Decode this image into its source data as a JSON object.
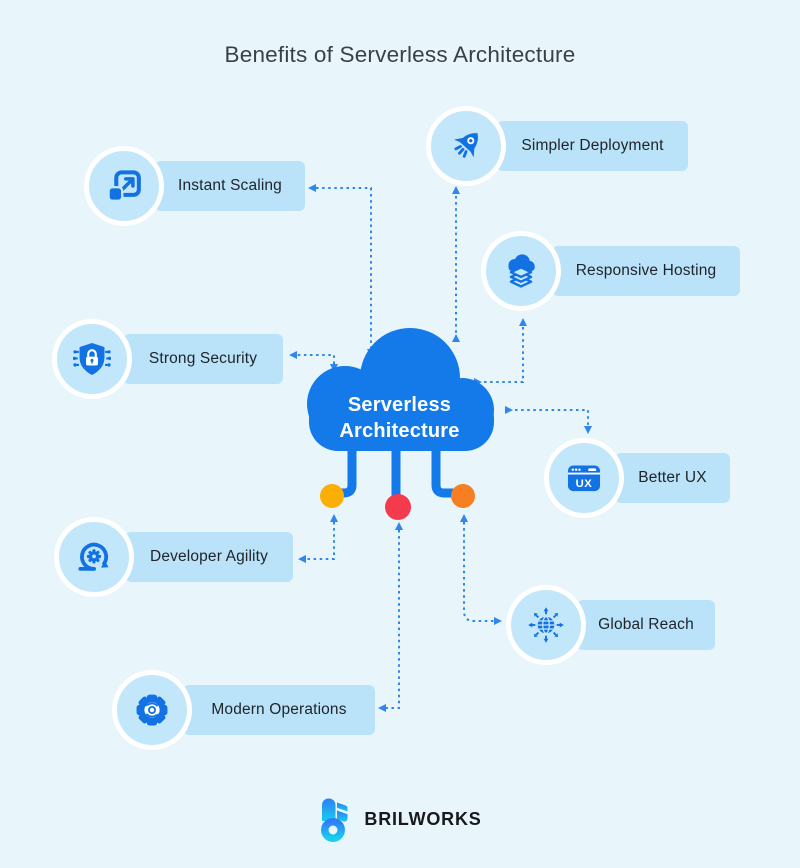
{
  "title": "Benefits of Serverless Architecture",
  "cloud": {
    "line1": "Serverless",
    "line2": "Architecture"
  },
  "benefits": [
    {
      "id": "instant-scaling",
      "label": "Instant Scaling",
      "icon": "expand-scale-icon"
    },
    {
      "id": "simpler-deployment",
      "label": "Simpler Deployment",
      "icon": "rocket-icon"
    },
    {
      "id": "responsive-hosting",
      "label": "Responsive Hosting",
      "icon": "cloud-layers-icon"
    },
    {
      "id": "strong-security",
      "label": "Strong Security",
      "icon": "shield-lock-icon"
    },
    {
      "id": "better-ux",
      "label": "Better UX",
      "icon": "browser-ux-icon",
      "icon_text": "UX"
    },
    {
      "id": "developer-agility",
      "label": "Developer Agility",
      "icon": "agile-loop-gear-icon"
    },
    {
      "id": "global-reach",
      "label": "Global Reach",
      "icon": "globe-arrows-icon"
    },
    {
      "id": "modern-operations",
      "label": "Modern Operations",
      "icon": "gear-sync-icon"
    }
  ],
  "footer": {
    "brand": "BRILWORKS"
  },
  "colors": {
    "background": "#E8F6FB",
    "label_fill": "#BAE3F9",
    "badge_fill": "#C3E7FA",
    "primary_blue": "#1479E9",
    "icon_blue": "#1272E4",
    "connector_blue": "#2F86EC",
    "dot_yellow": "#FBAE06",
    "dot_red": "#F43B4E",
    "dot_orange": "#F87E22",
    "title_text": "#3A4048",
    "label_text": "#20252B",
    "cloud_text": "#FFFFFF",
    "logo_text": "#17191D",
    "logo_gradient_top": "#2E7EF6",
    "logo_gradient_bottom": "#18CDEE"
  }
}
